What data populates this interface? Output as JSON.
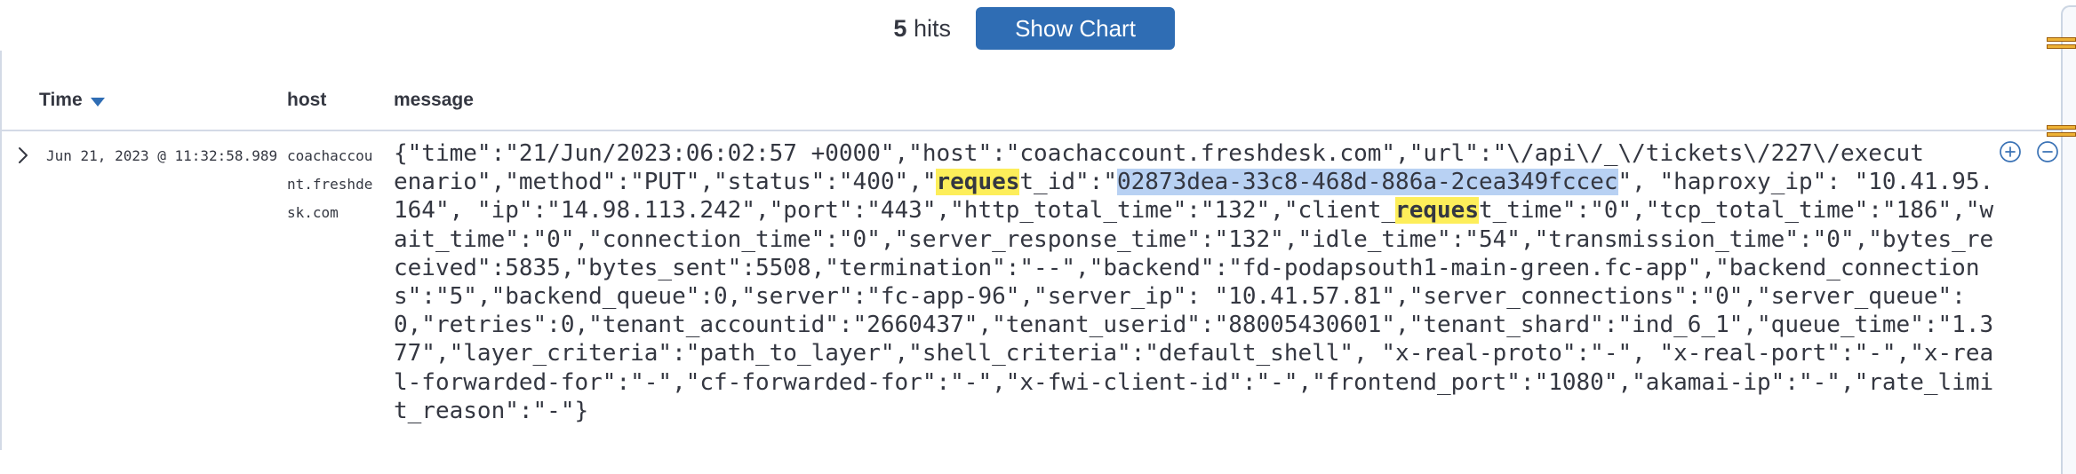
{
  "topbar": {
    "hits_count": "5",
    "hits_label": "hits",
    "show_chart_label": "Show Chart"
  },
  "table": {
    "columns": {
      "time": "Time",
      "host": "host",
      "message": "message"
    },
    "sort": {
      "column": "Time",
      "direction": "descending"
    },
    "row": {
      "time": "Jun 21, 2023 @ 11:32:58.989",
      "host": "coachaccount.freshdesk.com",
      "message_lines": [
        [
          {
            "style": "plain",
            "text": "{\"time\":\"21/Jun/2023:06:02:57 +0000\",\"host\":\"coachaccount.freshdesk.com\",\"url\":\"\\/api\\/_\\/tickets\\/227\\/execut"
          }
        ],
        [
          {
            "style": "plain",
            "text": "enario\",\"method\":\"PUT\",\"status\":\"400\",\""
          },
          {
            "style": "highlight",
            "text": "reques"
          },
          {
            "style": "plain",
            "text": "t_id\":\""
          },
          {
            "style": "selection",
            "text": "02873dea-33c8-468d-886a-2cea349fccec"
          },
          {
            "style": "plain",
            "text": "\", \"haproxy_ip\": \"10.41.95."
          }
        ],
        [
          {
            "style": "plain",
            "text": "164\", \"ip\":\"14.98.113.242\",\"port\":\"443\",\"http_total_time\":\"132\",\"client_"
          },
          {
            "style": "highlight",
            "text": "reques"
          },
          {
            "style": "plain",
            "text": "t_time\":\"0\",\"tcp_total_time\":\"186\",\"w"
          }
        ],
        [
          {
            "style": "plain",
            "text": "ait_time\":\"0\",\"connection_time\":\"0\",\"server_response_time\":\"132\",\"idle_time\":\"54\",\"transmission_time\":\"0\",\"bytes_re"
          }
        ],
        [
          {
            "style": "plain",
            "text": "ceived\":5835,\"bytes_sent\":5508,\"termination\":\"--\",\"backend\":\"fd-podapsouth1-main-green.fc-app\",\"backend_connection"
          }
        ],
        [
          {
            "style": "plain",
            "text": "s\":\"5\",\"backend_queue\":0,\"server\":\"fc-app-96\",\"server_ip\": \"10.41.57.81\",\"server_connections\":\"0\",\"server_queue\":"
          }
        ],
        [
          {
            "style": "plain",
            "text": "0,\"retries\":0,\"tenant_accountid\":\"2660437\",\"tenant_userid\":\"88005430601\",\"tenant_shard\":\"ind_6_1\",\"queue_time\":\"1.3"
          }
        ],
        [
          {
            "style": "plain",
            "text": "77\",\"layer_criteria\":\"path_to_layer\",\"shell_criteria\":\"default_shell\", \"x-real-proto\":\"-\", \"x-real-port\":\"-\",\"x-rea"
          }
        ],
        [
          {
            "style": "plain",
            "text": "l-forwarded-for\":\"-\",\"cf-forwarded-for\":\"-\",\"x-fwi-client-id\":\"-\",\"frontend_port\":\"1080\",\"akamai-ip\":\"-\",\"rate_limi"
          }
        ],
        [
          {
            "style": "plain",
            "text": "t_reason\":\"-\"}"
          }
        ]
      ]
    }
  },
  "icons": {
    "sort": "sort-descending-icon",
    "expand": "chevron-right-icon",
    "filter_for": "plus-circle-icon",
    "filter_out": "minus-circle-icon"
  },
  "colors": {
    "accent": "#2f6db4",
    "text": "#343741",
    "border": "#d3dae6",
    "highlight": "#fdee5a",
    "selection": "#b8d1f3",
    "rail-bg": "#f7f9fc",
    "rail-border": "#ccd6e3",
    "marker-fill": "#eeb236",
    "marker-border": "#9c5c08"
  }
}
